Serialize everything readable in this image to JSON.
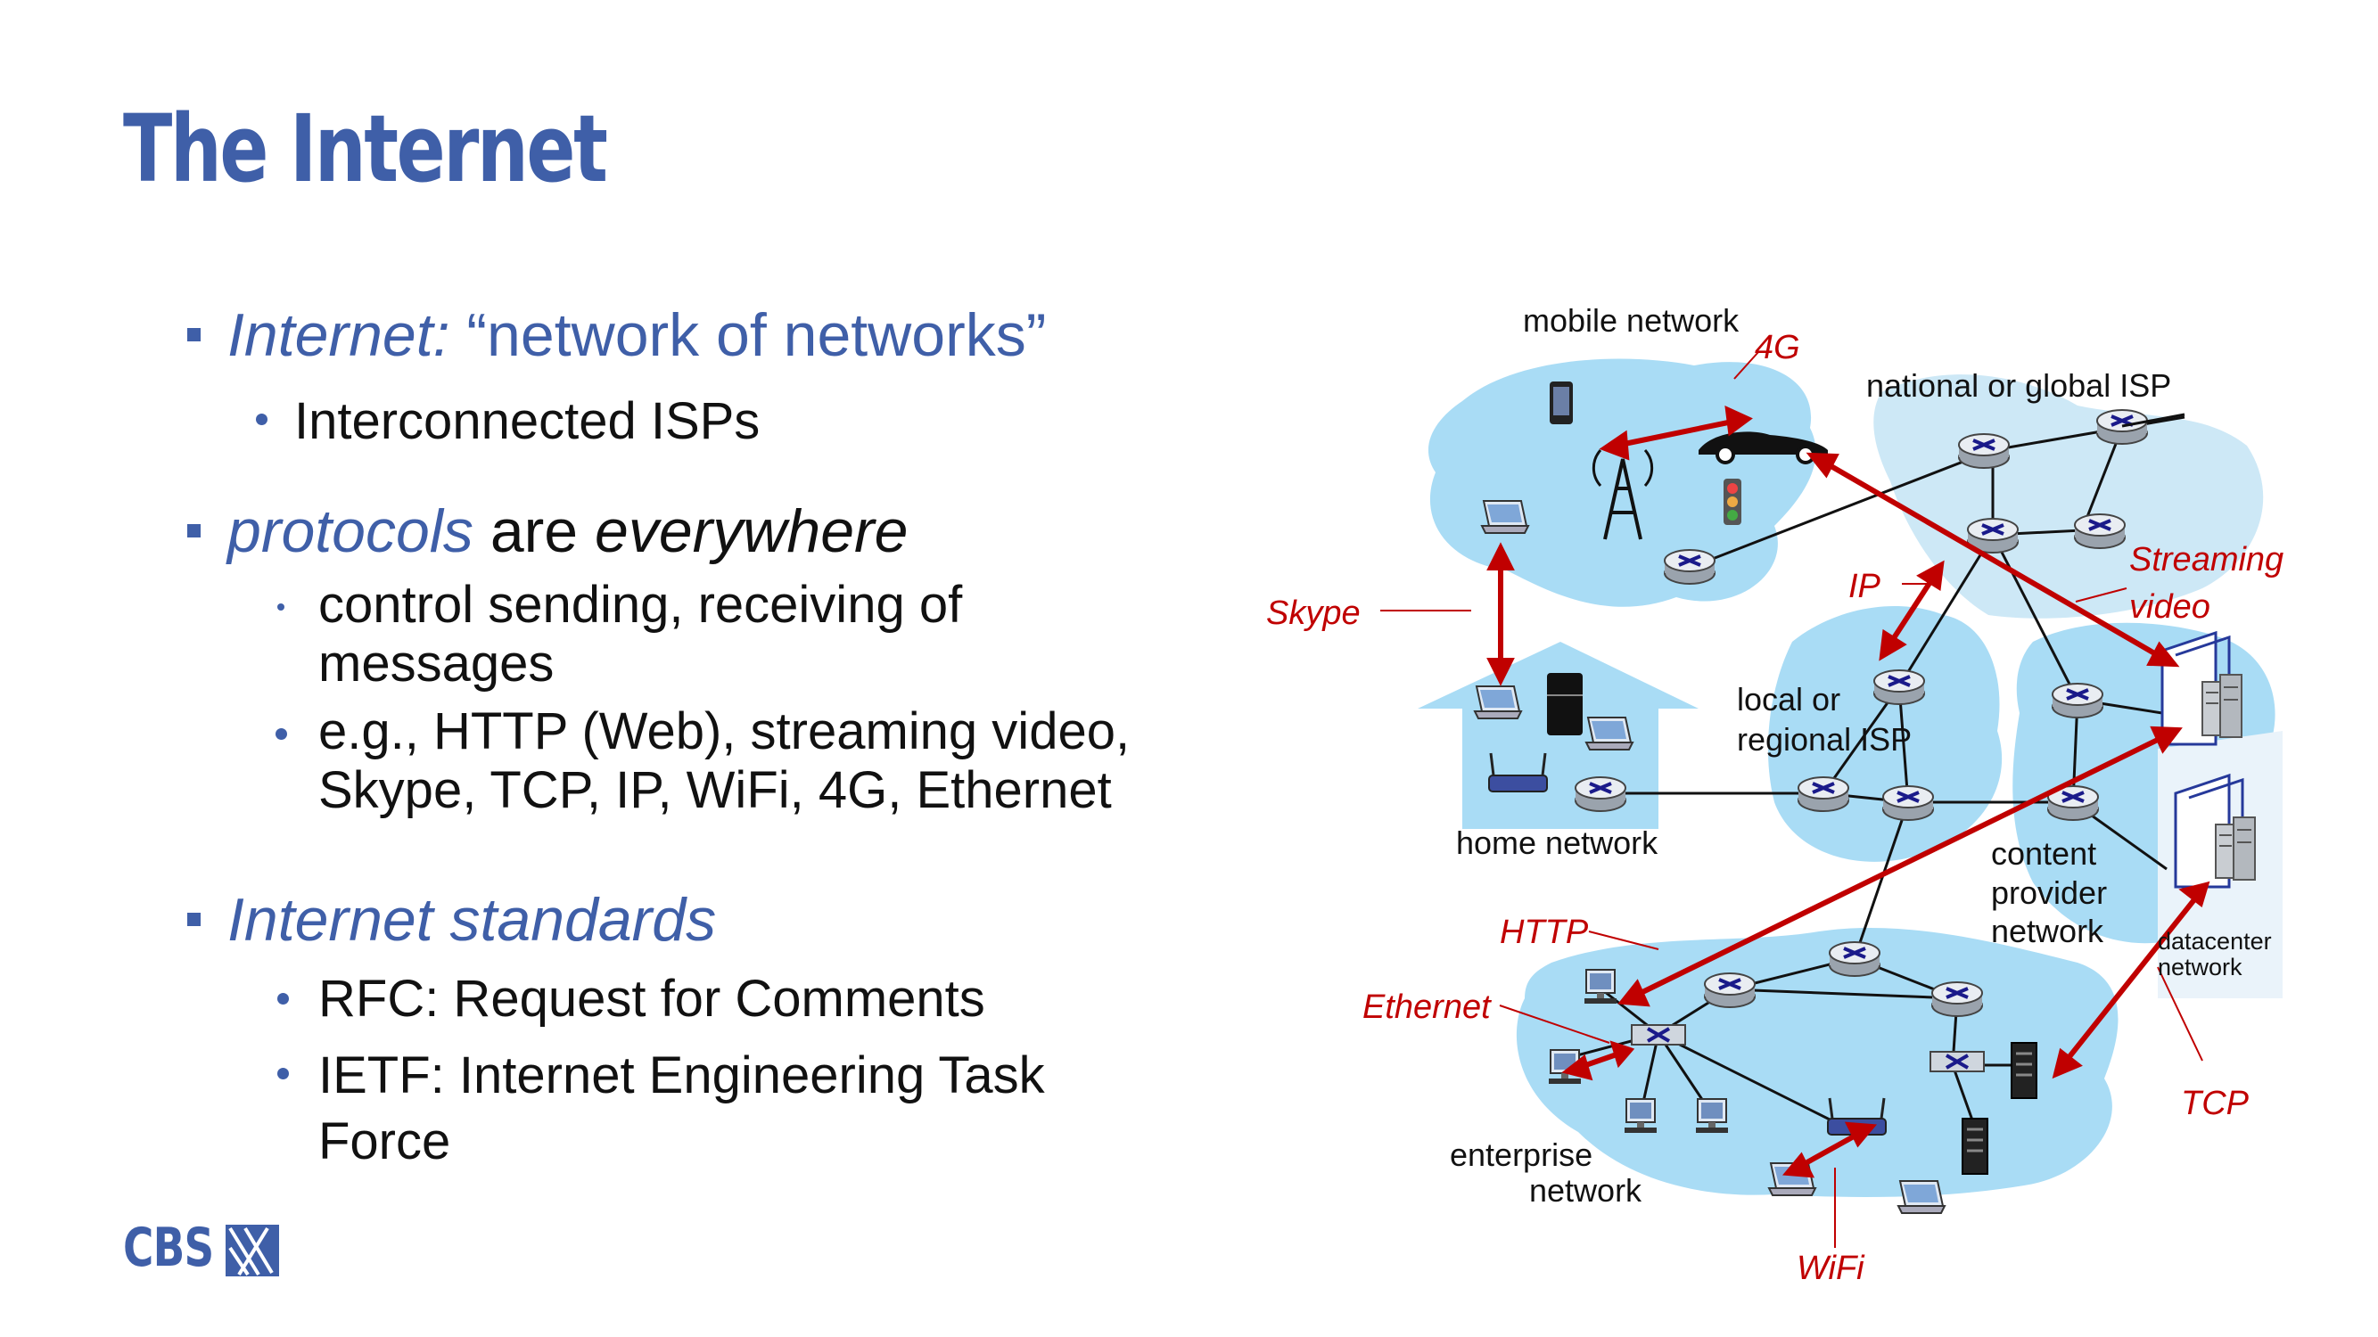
{
  "title": "The Internet",
  "logo_text": "CBS",
  "bullets": {
    "b1_italic": "Internet:",
    "b1_rest": "“network of networks”",
    "b1_sub1": "Interconnected ISPs",
    "b2_italic": "protocols",
    "b2_mid": "are",
    "b2_end": "everywhere",
    "b2_sub1_line1": "control sending, receiving of",
    "b2_sub1_line2": "messages",
    "b2_sub2_line1": "e.g., HTTP (Web), streaming video,",
    "b2_sub2_line2": "Skype, TCP, IP, WiFi, 4G, Ethernet",
    "b3_italic": "Internet standards",
    "b3_sub1": "RFC: Request for Comments",
    "b3_sub2_line1": "IETF: Internet Engineering Task",
    "b3_sub2_line2": "Force"
  },
  "diagram": {
    "mobile_network": "mobile network",
    "national_isp": "national or global ISP",
    "local_isp_line1": "local or",
    "local_isp_line2": "regional ISP",
    "home_network": "home network",
    "content_line1": "content",
    "content_line2": "provider",
    "content_line3": "network",
    "datacenter_line1": "datacenter",
    "datacenter_line2": "network",
    "enterprise_line1": "enterprise",
    "enterprise_line2": "network",
    "protocols": {
      "4g": "4G",
      "skype": "Skype",
      "ip": "IP",
      "streaming_line1": "Streaming",
      "streaming_line2": "video",
      "http": "HTTP",
      "ethernet": "Ethernet",
      "tcp": "TCP",
      "wifi": "WiFi"
    }
  },
  "colors": {
    "accent": "#3F5FA8",
    "protocol": "#C00000",
    "cloud": "#A9DCF5"
  }
}
